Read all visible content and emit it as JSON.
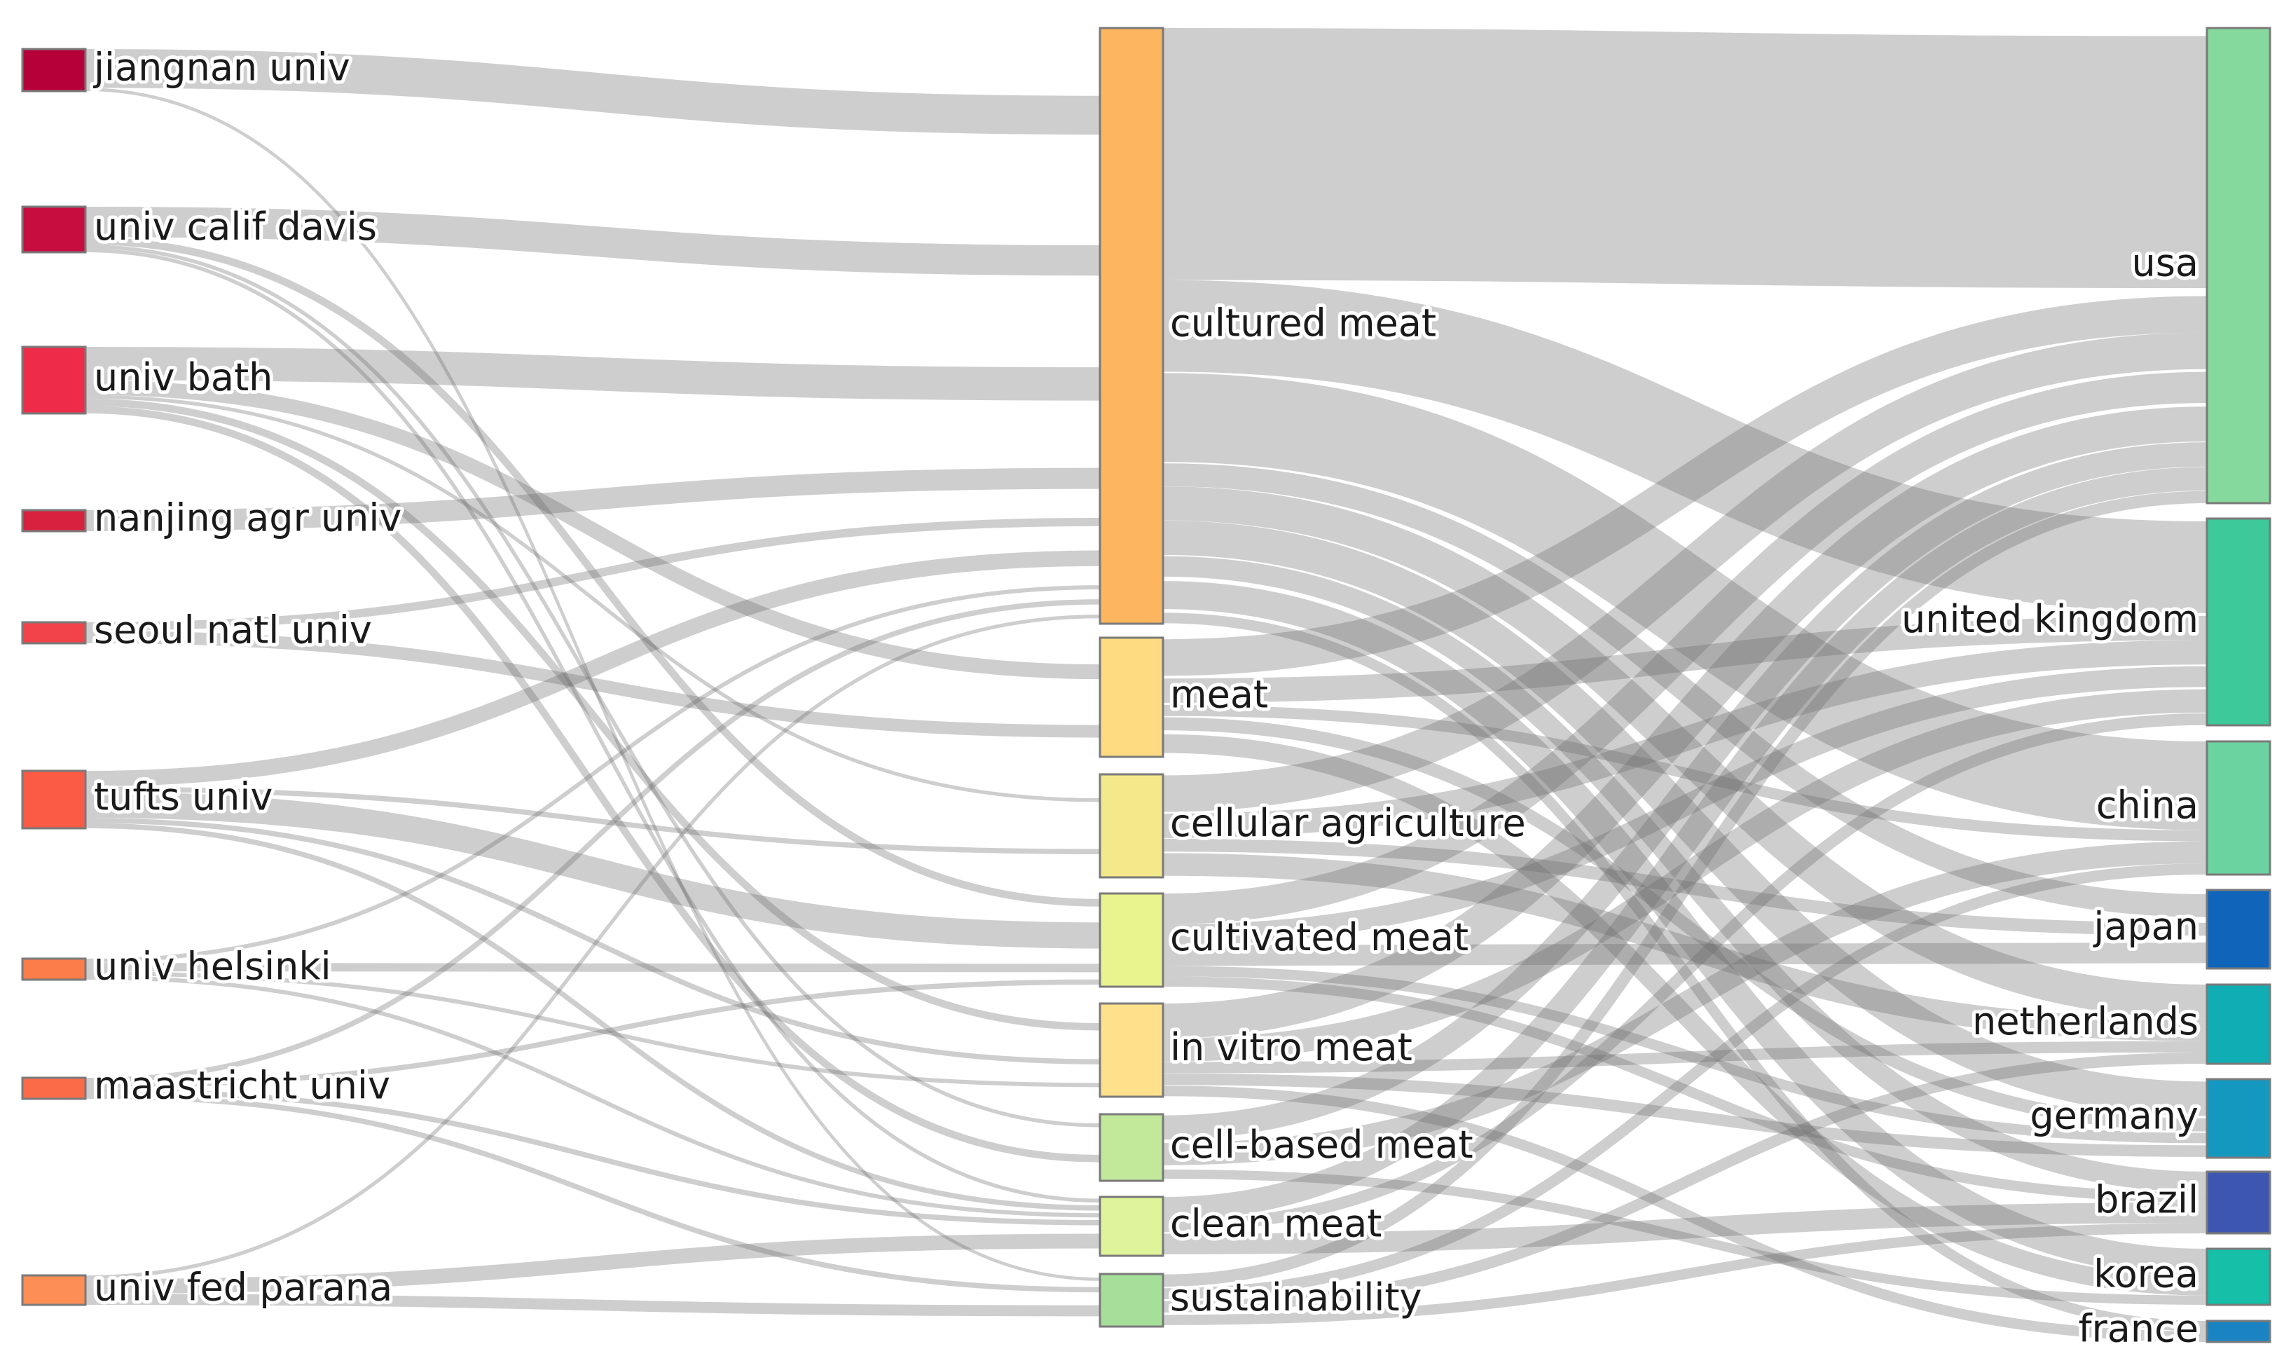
{
  "diagram": {
    "type": "sankey",
    "link_color": "#9a9a9a",
    "columns": [
      {
        "name": "institutions",
        "nodes": [
          {
            "id": "jiangnan",
            "label": "jiangnan univ",
            "color": "#b5003a"
          },
          {
            "id": "calif_davis",
            "label": "univ calif davis",
            "color": "#c70c40"
          },
          {
            "id": "bath",
            "label": "univ bath",
            "color": "#ee2c4a"
          },
          {
            "id": "nanjing",
            "label": "nanjing agr univ",
            "color": "#d8203f"
          },
          {
            "id": "seoul",
            "label": "seoul natl univ",
            "color": "#f2434a"
          },
          {
            "id": "tufts",
            "label": "tufts univ",
            "color": "#fb5a45"
          },
          {
            "id": "helsinki",
            "label": "univ helsinki",
            "color": "#fc7c4a"
          },
          {
            "id": "maastricht",
            "label": "maastricht univ",
            "color": "#fb6b48"
          },
          {
            "id": "parana",
            "label": "univ fed parana",
            "color": "#fd8e55"
          }
        ]
      },
      {
        "name": "keywords",
        "nodes": [
          {
            "id": "cultured",
            "label": "cultured meat",
            "color": "#fdb55f"
          },
          {
            "id": "meat",
            "label": "meat",
            "color": "#fedb80"
          },
          {
            "id": "cellular_ag",
            "label": "cellular agriculture",
            "color": "#f4e98a"
          },
          {
            "id": "cultivated",
            "label": "cultivated meat",
            "color": "#e9f48e"
          },
          {
            "id": "in_vitro",
            "label": "in vitro meat",
            "color": "#fee18a"
          },
          {
            "id": "cell_based",
            "label": "cell-based meat",
            "color": "#c2e89a"
          },
          {
            "id": "clean",
            "label": "clean meat",
            "color": "#dff39a"
          },
          {
            "id": "sustainability",
            "label": "sustainability",
            "color": "#a5df9a"
          }
        ]
      },
      {
        "name": "countries",
        "nodes": [
          {
            "id": "usa",
            "label": "usa",
            "color": "#86d99c"
          },
          {
            "id": "uk",
            "label": "united kingdom",
            "color": "#3ec99a"
          },
          {
            "id": "china",
            "label": "china",
            "color": "#6bd3a0"
          },
          {
            "id": "japan",
            "label": "japan",
            "color": "#1065ba"
          },
          {
            "id": "netherlands",
            "label": "netherlands",
            "color": "#10adb4"
          },
          {
            "id": "germany",
            "label": "germany",
            "color": "#1598c0"
          },
          {
            "id": "brazil",
            "label": "brazil",
            "color": "#3d56b0"
          },
          {
            "id": "korea",
            "label": "korea",
            "color": "#15bfa8"
          },
          {
            "id": "france",
            "label": "france",
            "color": "#1a84c2"
          }
        ]
      }
    ],
    "links": [
      {
        "source": "jiangnan",
        "target": "cultured",
        "value": 12
      },
      {
        "source": "jiangnan",
        "target": "sustainability",
        "value": 1
      },
      {
        "source": "calif_davis",
        "target": "cultured",
        "value": 8
      },
      {
        "source": "calif_davis",
        "target": "cultivated",
        "value": 2
      },
      {
        "source": "calif_davis",
        "target": "clean",
        "value": 1
      },
      {
        "source": "calif_davis",
        "target": "cell_based",
        "value": 1
      },
      {
        "source": "bath",
        "target": "cultured",
        "value": 9
      },
      {
        "source": "bath",
        "target": "meat",
        "value": 4
      },
      {
        "source": "bath",
        "target": "cellular_ag",
        "value": 1
      },
      {
        "source": "bath",
        "target": "in_vitro",
        "value": 2
      },
      {
        "source": "bath",
        "target": "cell_based",
        "value": 2
      },
      {
        "source": "nanjing",
        "target": "cultured",
        "value": 4
      },
      {
        "source": "seoul",
        "target": "cultured",
        "value": 2
      },
      {
        "source": "seoul",
        "target": "meat",
        "value": 3
      },
      {
        "source": "tufts",
        "target": "cultured",
        "value": 3
      },
      {
        "source": "tufts",
        "target": "cultivated",
        "value": 5
      },
      {
        "source": "tufts",
        "target": "cellular_ag",
        "value": 1
      },
      {
        "source": "tufts",
        "target": "in_vitro",
        "value": 1
      },
      {
        "source": "tufts",
        "target": "clean",
        "value": 1
      },
      {
        "source": "helsinki",
        "target": "cultured",
        "value": 1
      },
      {
        "source": "helsinki",
        "target": "cultivated",
        "value": 2
      },
      {
        "source": "helsinki",
        "target": "in_vitro",
        "value": 1
      },
      {
        "source": "helsinki",
        "target": "clean",
        "value": 1
      },
      {
        "source": "maastricht",
        "target": "cultured",
        "value": 1
      },
      {
        "source": "maastricht",
        "target": "cultivated",
        "value": 1
      },
      {
        "source": "maastricht",
        "target": "clean",
        "value": 1
      },
      {
        "source": "maastricht",
        "target": "sustainability",
        "value": 1
      },
      {
        "source": "parana",
        "target": "cultured",
        "value": 1
      },
      {
        "source": "parana",
        "target": "clean",
        "value": 4
      },
      {
        "source": "parana",
        "target": "sustainability",
        "value": 3
      },
      {
        "source": "cultured",
        "target": "usa",
        "value": 22
      },
      {
        "source": "cultured",
        "target": "uk",
        "value": 8
      },
      {
        "source": "cultured",
        "target": "china",
        "value": 8
      },
      {
        "source": "cultured",
        "target": "japan",
        "value": 2
      },
      {
        "source": "cultured",
        "target": "netherlands",
        "value": 3
      },
      {
        "source": "cultured",
        "target": "germany",
        "value": 3
      },
      {
        "source": "cultured",
        "target": "brazil",
        "value": 2
      },
      {
        "source": "cultured",
        "target": "korea",
        "value": 3
      },
      {
        "source": "cultured",
        "target": "france",
        "value": 1
      },
      {
        "source": "meat",
        "target": "usa",
        "value": 3
      },
      {
        "source": "meat",
        "target": "uk",
        "value": 2
      },
      {
        "source": "meat",
        "target": "china",
        "value": 1
      },
      {
        "source": "meat",
        "target": "germany",
        "value": 1
      },
      {
        "source": "meat",
        "target": "korea",
        "value": 2
      },
      {
        "source": "cellular_ag",
        "target": "usa",
        "value": 3
      },
      {
        "source": "cellular_ag",
        "target": "uk",
        "value": 2
      },
      {
        "source": "cellular_ag",
        "target": "netherlands",
        "value": 2
      },
      {
        "source": "cellular_ag",
        "target": "japan",
        "value": 1
      },
      {
        "source": "cultivated",
        "target": "usa",
        "value": 3
      },
      {
        "source": "cultivated",
        "target": "uk",
        "value": 2
      },
      {
        "source": "cultivated",
        "target": "japan",
        "value": 2
      },
      {
        "source": "cultivated",
        "target": "germany",
        "value": 1
      },
      {
        "source": "cultivated",
        "target": "brazil",
        "value": 1
      },
      {
        "source": "in_vitro",
        "target": "usa",
        "value": 3
      },
      {
        "source": "in_vitro",
        "target": "uk",
        "value": 2
      },
      {
        "source": "in_vitro",
        "target": "netherlands",
        "value": 1
      },
      {
        "source": "in_vitro",
        "target": "germany",
        "value": 1
      },
      {
        "source": "in_vitro",
        "target": "france",
        "value": 1
      },
      {
        "source": "cell_based",
        "target": "usa",
        "value": 2
      },
      {
        "source": "cell_based",
        "target": "china",
        "value": 2
      },
      {
        "source": "cell_based",
        "target": "korea",
        "value": 1
      },
      {
        "source": "clean",
        "target": "usa",
        "value": 2
      },
      {
        "source": "clean",
        "target": "uk",
        "value": 1
      },
      {
        "source": "clean",
        "target": "brazil",
        "value": 2
      },
      {
        "source": "sustainability",
        "target": "usa",
        "value": 1
      },
      {
        "source": "sustainability",
        "target": "netherlands",
        "value": 1
      },
      {
        "source": "sustainability",
        "target": "brazil",
        "value": 1
      },
      {
        "source": "sustainability",
        "target": "china",
        "value": 1
      }
    ]
  }
}
